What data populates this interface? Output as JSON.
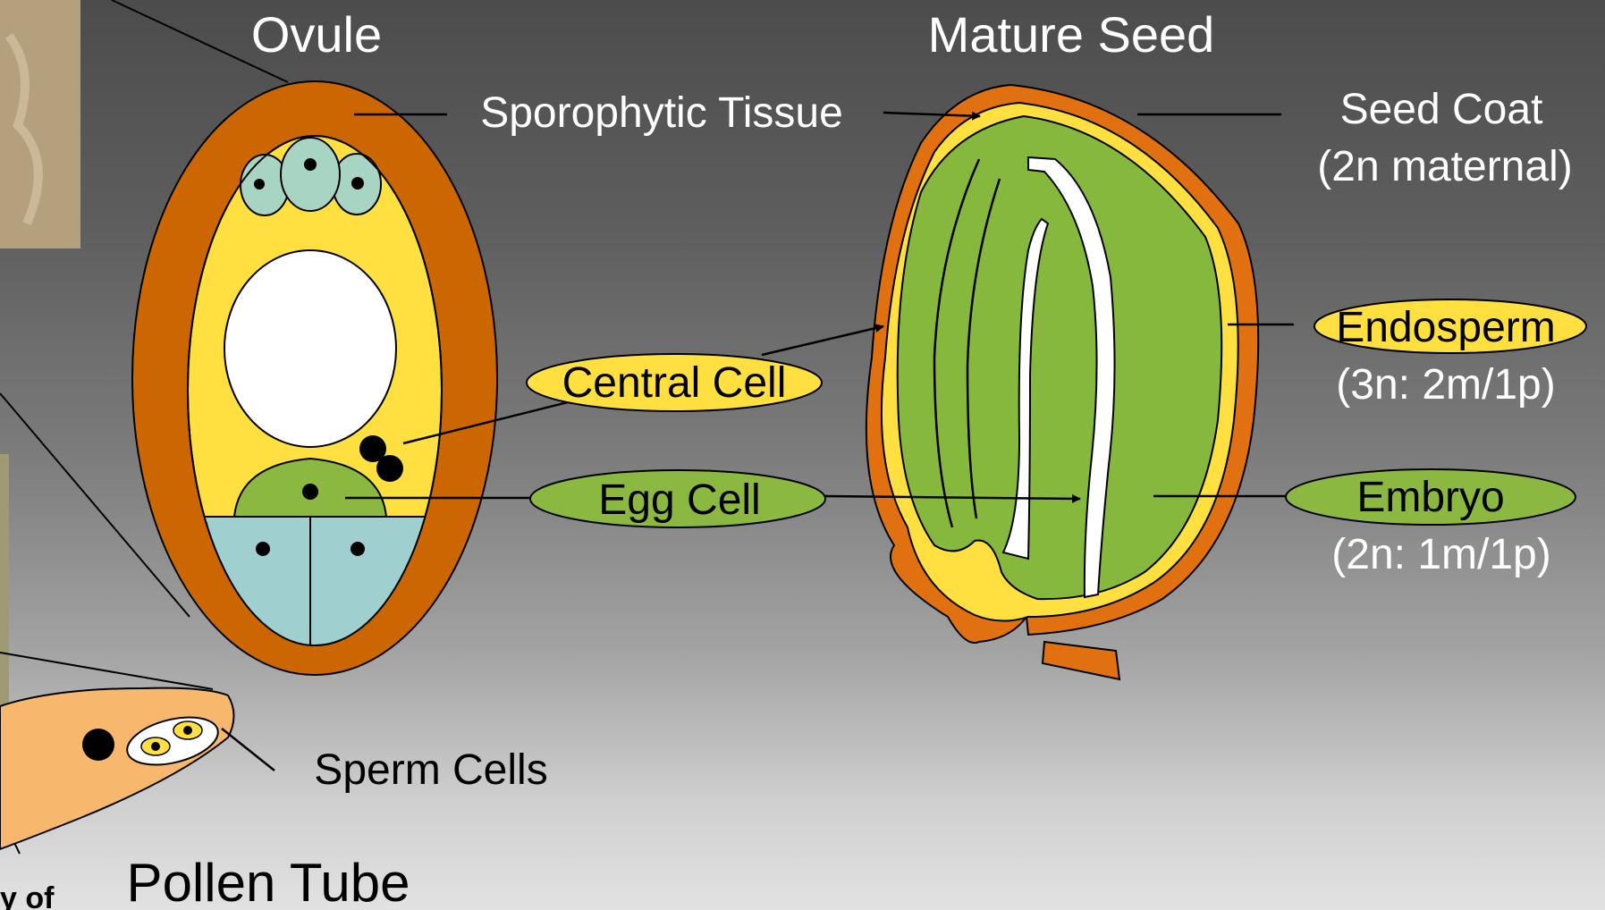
{
  "titles": {
    "ovule": "Ovule",
    "mature_seed": "Mature Seed",
    "pollen_tube": "Pollen Tube"
  },
  "labels": {
    "sporophytic_tissue": "Sporophytic Tissue",
    "seed_coat": "Seed Coat",
    "seed_coat_ploidy": "(2n maternal)",
    "central_cell": "Central Cell",
    "egg_cell": "Egg Cell",
    "endosperm": "Endosperm",
    "endosperm_ploidy": "(3n: 2m/1p)",
    "embryo": "Embryo",
    "embryo_ploidy": "(2n: 1m/1p)",
    "sperm_cells": "Sperm Cells",
    "cropped_fragment": "y of"
  },
  "colors": {
    "integument_orange": "#cc6600",
    "seed_coat_orange": "#e07010",
    "central_cell_yellow": "#ffe040",
    "egg_green": "#8ab840",
    "embryo_green": "#86b83e",
    "antipodal_teal": "#a8d4c4",
    "synergid_teal": "#9fd0cf",
    "pollen_tube_peach": "#f7b86e"
  }
}
